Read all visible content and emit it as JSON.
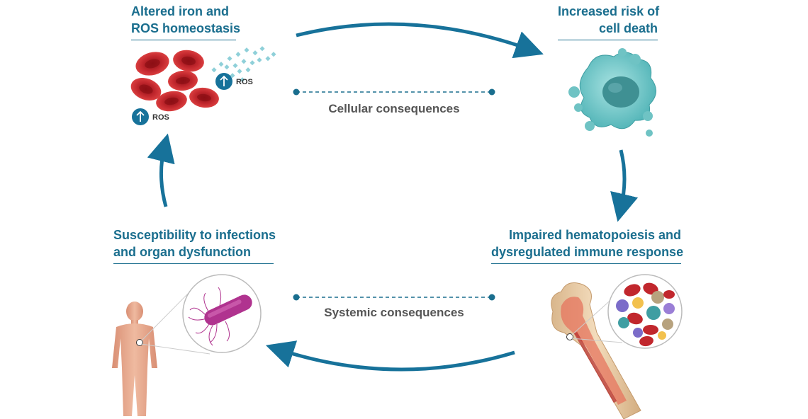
{
  "nodes": {
    "top_left": {
      "line1": "Altered iron and",
      "line2": "ROS homeostasis"
    },
    "top_right": {
      "line1": "Increased risk of",
      "line2": "cell death"
    },
    "bottom_right": {
      "line1": "Impaired hematopoiesis and",
      "line2": "dysregulated immune response"
    },
    "bottom_left": {
      "line1": "Susceptibility to infections",
      "line2": "and organ dysfunction"
    }
  },
  "middle": {
    "cellular": "Cellular consequences",
    "systemic": "Systemic consequences"
  },
  "ros_badges": [
    "ROS",
    "ROS"
  ],
  "colors": {
    "accent": "#1a6e8e",
    "arrow": "#17729a",
    "rbc": "#c1272d",
    "cell": "#6fc3c4",
    "skin": "#e8a98d",
    "bacteria": "#b0338f",
    "ros_dots": "#8fd0d9"
  }
}
